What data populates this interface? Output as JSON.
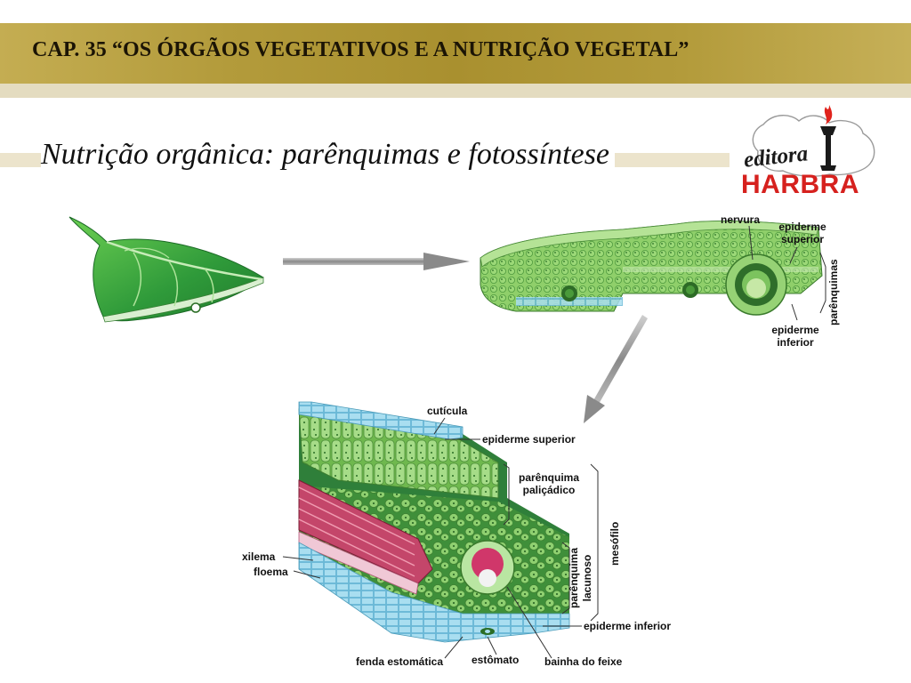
{
  "header": {
    "title": "CAP. 35 “OS ÓRGÃOS VEGETATIVOS E A NUTRIÇÃO VEGETAL”"
  },
  "subtitle": "Nutrição orgânica: parênquimas e fotossíntese",
  "logo": {
    "script": "editora",
    "word": "HARBRA",
    "icon": "torch-icon",
    "color": "#d6211e"
  },
  "leaf_section_labels": {
    "nervura": "nervura",
    "epiderme_superior": [
      "epiderme",
      "superior"
    ],
    "parenquimas": "parênquimas",
    "epiderme_inferior": [
      "epiderme",
      "inferior"
    ]
  },
  "detail_labels": {
    "cuticula": "cutícula",
    "epiderme_superior": "epiderme superior",
    "parenquima_palicadico": [
      "parênquima",
      "paliçádico"
    ],
    "mesofilo": "mesófilo",
    "parenquima_lacunoso": [
      "parênquima",
      "lacunoso"
    ],
    "xilema": "xilema",
    "floema": "floema",
    "epiderme_inferior": "epiderme inferior",
    "fenda_estomatica": "fenda estomática",
    "estomato": "estômato",
    "bainha_do_feixe": "bainha do feixe"
  }
}
